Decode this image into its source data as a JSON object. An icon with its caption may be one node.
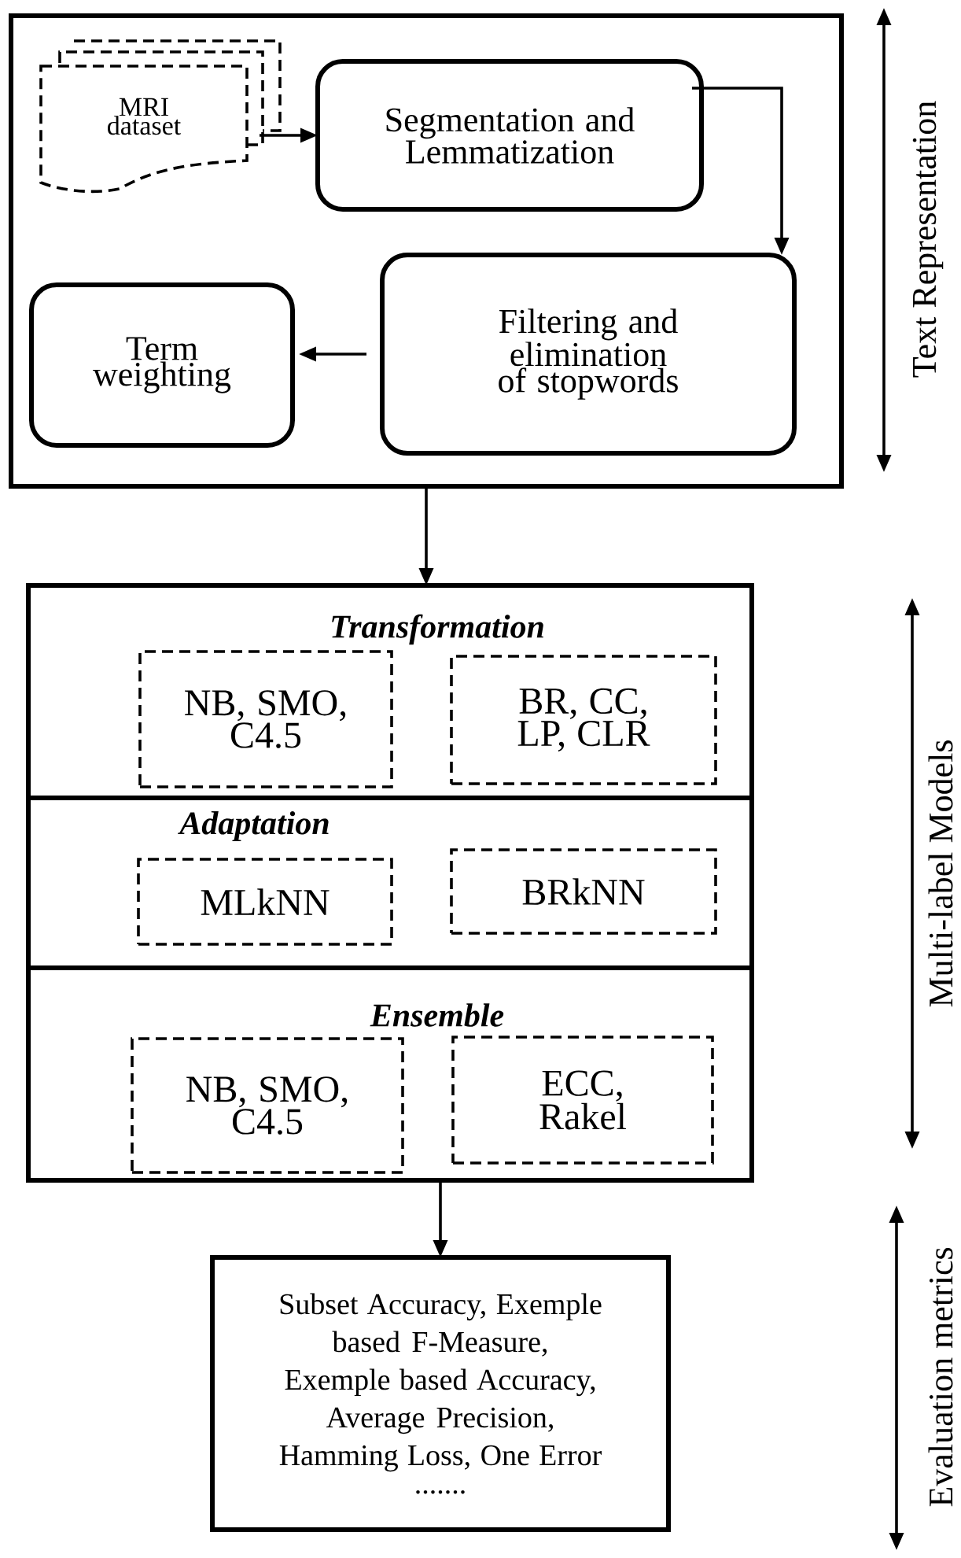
{
  "diagram": {
    "nodes": [
      {
        "text": [],
        "shape": "box"
      },
      {
        "text": [
          "MRI dataset"
        ],
        "in": 0
      },
      {
        "text": [
          "Segmentation and Lemmatization"
        ],
        "in": 0
      },
      {
        "text": [
          "Filtering and elimination of stopwords"
        ],
        "in": 0
      },
      {
        "text": [
          "Term weighting"
        ],
        "in": 0
      },
      {
        "text": [],
        "shape": "box"
      },
      {
        "text": [
          "Transformation"
        ],
        "in": 5
      },
      {
        "text": [
          "NB, SMO, C4.5"
        ],
        "in": 6
      },
      {
        "text": [
          "BR, CC, LP, CLR"
        ],
        "in": 6
      },
      {
        "text": [
          "Adaptation"
        ],
        "in": 5
      },
      {
        "text": [
          "MLkNN"
        ],
        "in": 9
      },
      {
        "text": [
          "BRkNN"
        ],
        "in": 9
      },
      {
        "text": [
          "Ensemble"
        ],
        "in": 5
      },
      {
        "text": [
          "NB, SMO, C4.5"
        ],
        "in": 12
      },
      {
        "text": [
          "ECC, Rakel"
        ],
        "in": 12
      },
      {
        "text": [
          "Subset Accuracy, Exemple based F-Measure, Exemple based Accuracy, Average Precision, Hamming Loss, One Error",
          "......."
        ]
      }
    ],
    "labels": [
      "Text Representation",
      "Multi-label Models",
      "Evaluation metrics"
    ],
    "edges": [
      {
        "from": 1,
        "to": 2,
        "arrow": "to"
      },
      {
        "from": 2,
        "to": 3,
        "arrow": "to"
      },
      {
        "from": 3,
        "to": 4,
        "arrow": "to"
      },
      {
        "from": 0,
        "to": 5,
        "arrow": "to"
      },
      {
        "from": 5,
        "to": 15,
        "arrow": "to"
      }
    ]
  }
}
